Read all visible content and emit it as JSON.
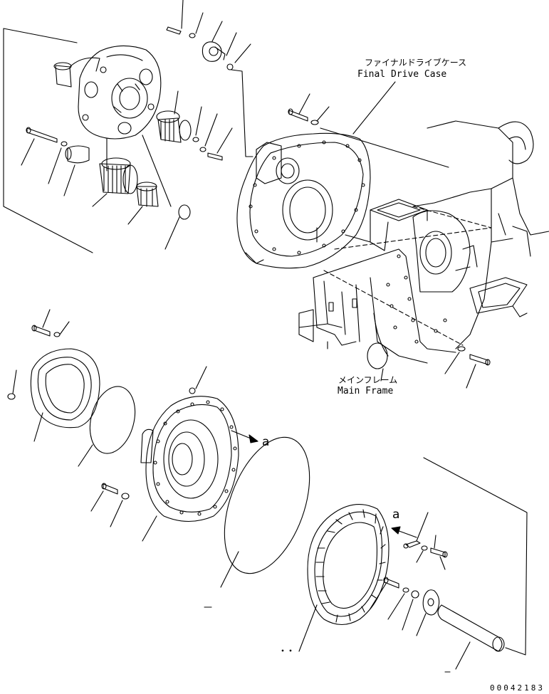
{
  "labels": {
    "final_drive_case_jp": "ファイナルドライブケース",
    "final_drive_case_en": "Final Drive Case",
    "main_frame_jp": "メインフレーム",
    "main_frame_en": "Main Frame"
  },
  "refs": {
    "ref_a_upper": "a",
    "ref_a_lower": "a"
  },
  "document_number": "00042183",
  "colors": {
    "line": "#000000",
    "background": "#ffffff"
  }
}
